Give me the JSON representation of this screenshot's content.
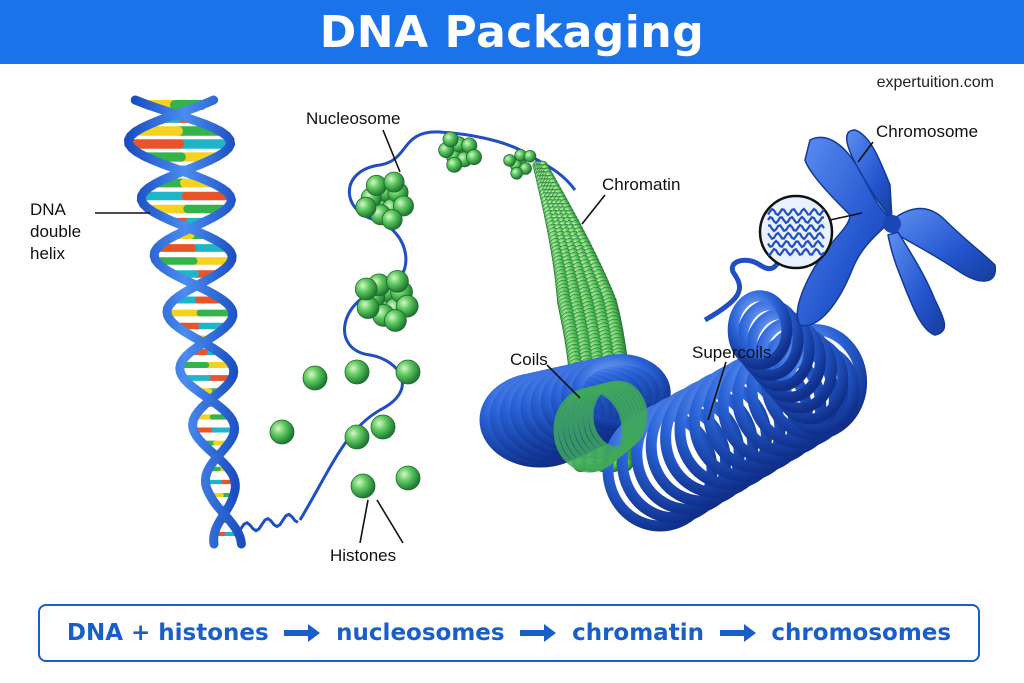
{
  "title": "DNA Packaging",
  "credit": "expertuition.com",
  "labels": {
    "dna_helix": [
      "DNA",
      "double",
      "helix"
    ],
    "nucleosome": "Nucleosome",
    "chromatin": "Chromatin",
    "coils": "Coils",
    "supercoils": "Supercoils",
    "chromosome": "Chromosome",
    "histones": "Histones"
  },
  "flow": [
    "DNA + histones",
    "nucleosomes",
    "chromatin",
    "chromosomes"
  ],
  "colors": {
    "title_bar": "#1a73e8",
    "dna_blue": "#1f5fd6",
    "histone_green": "#4cbf5a",
    "flow_text": "#1a5fc8",
    "base_pair_colors": [
      "#f4d21f",
      "#e8532a",
      "#36b24a",
      "#1fb5c9"
    ]
  }
}
